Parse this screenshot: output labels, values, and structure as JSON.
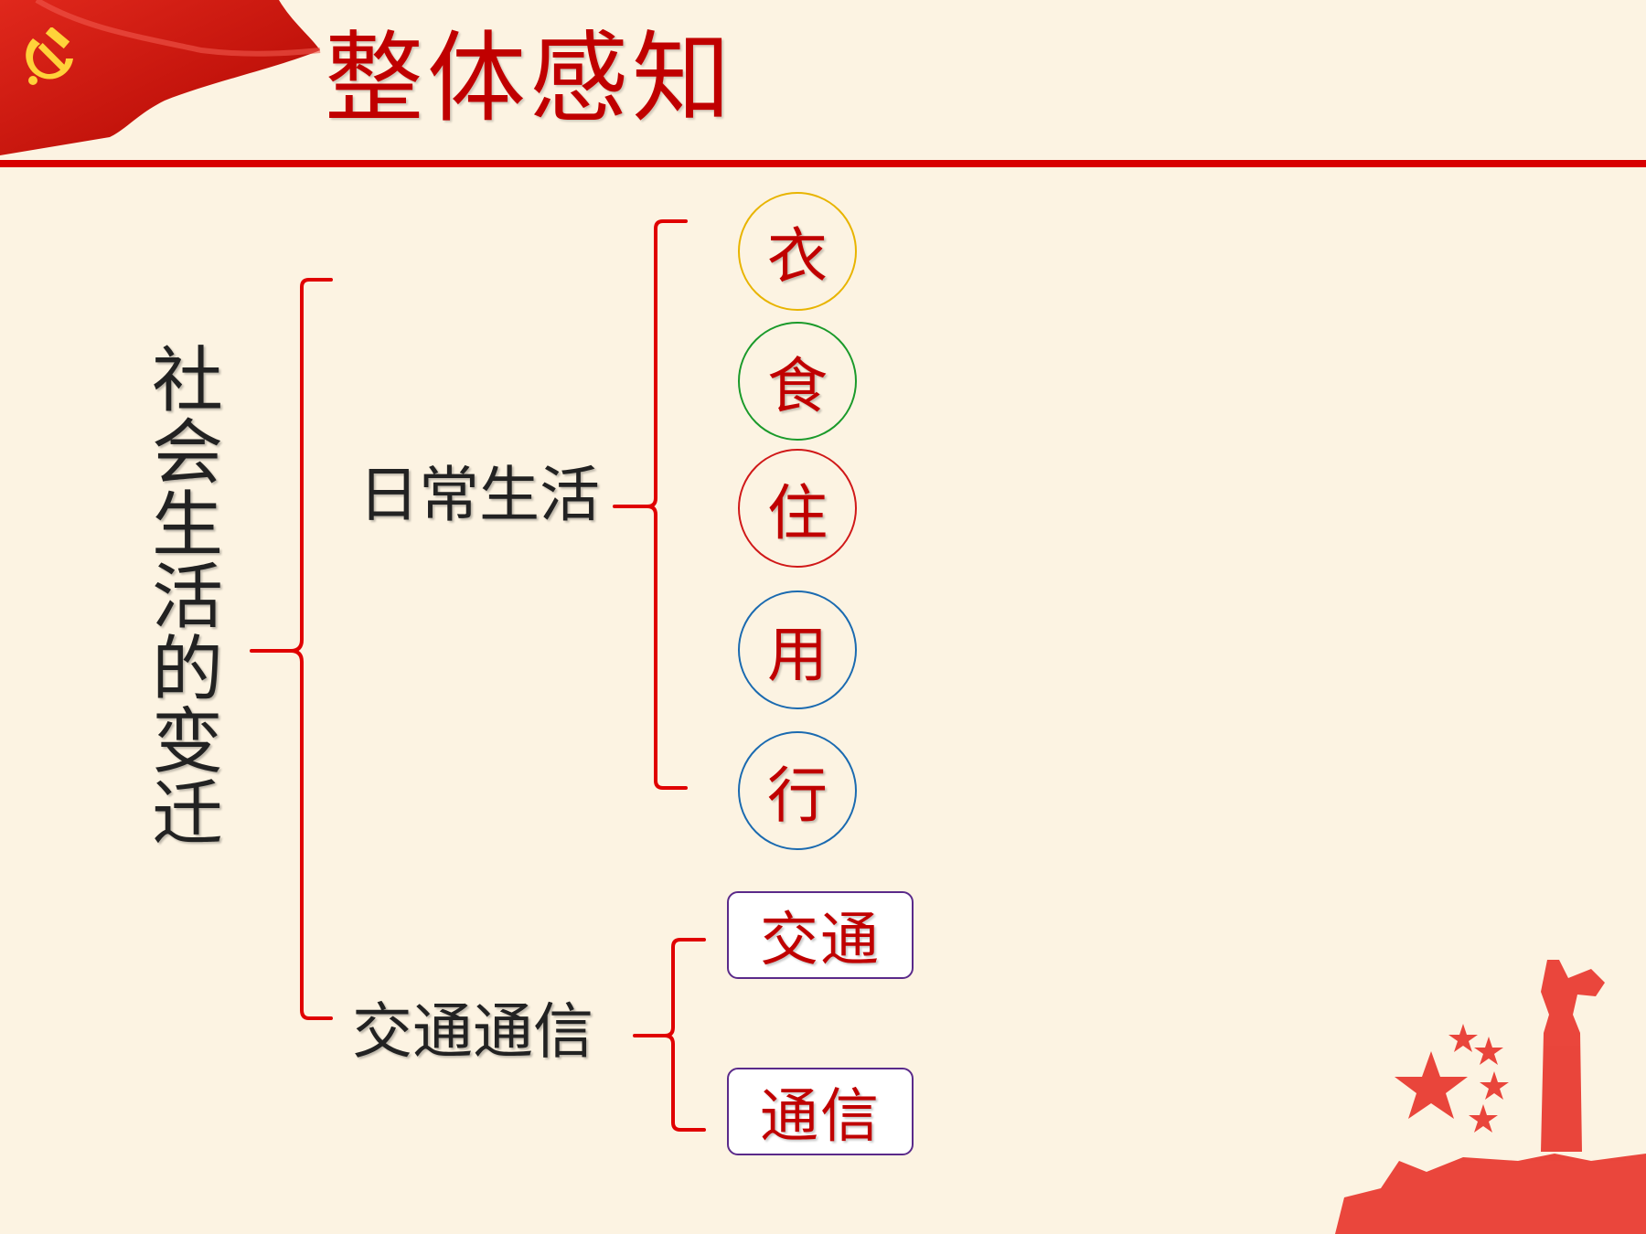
{
  "header": {
    "title": "整体感知"
  },
  "diagram": {
    "root": "社会生活的变迁",
    "branches": [
      {
        "label": "日常生活",
        "items": [
          {
            "text": "衣",
            "border_color": "#e8b400"
          },
          {
            "text": "食",
            "border_color": "#1a9a2a"
          },
          {
            "text": "住",
            "border_color": "#d01818"
          },
          {
            "text": "用",
            "border_color": "#1a6ab0"
          },
          {
            "text": "行",
            "border_color": "#1a6ab0"
          }
        ]
      },
      {
        "label": "交通通信",
        "items": [
          {
            "text": "交通"
          },
          {
            "text": "通信"
          }
        ]
      }
    ]
  },
  "colors": {
    "accent_red": "#c00000",
    "bracket_red": "#e00000",
    "background": "#fcf3e2",
    "box_border": "#5a2a8a"
  }
}
